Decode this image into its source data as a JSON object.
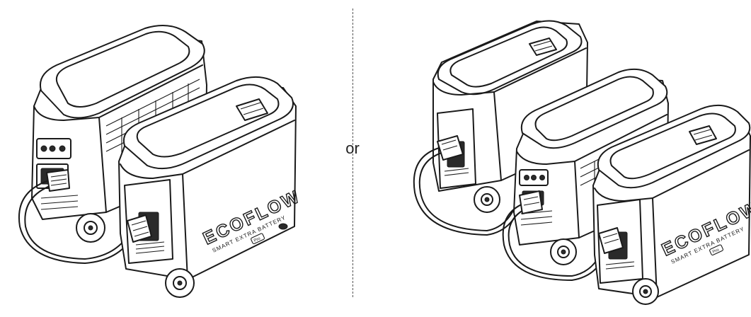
{
  "separator_text": "or",
  "left_setup": {
    "devices": [
      "power-station",
      "extra-battery"
    ],
    "extra_battery": {
      "brand": "ECOFLOW",
      "label": "SMART EXTRA BATTERY",
      "badge": "Pro"
    }
  },
  "right_setup": {
    "devices": [
      "extra-battery",
      "power-station",
      "extra-battery"
    ],
    "extra_battery": {
      "brand": "ECOFLOW",
      "label": "SMART EXTRA BATTERY",
      "badge": "Pro"
    }
  }
}
